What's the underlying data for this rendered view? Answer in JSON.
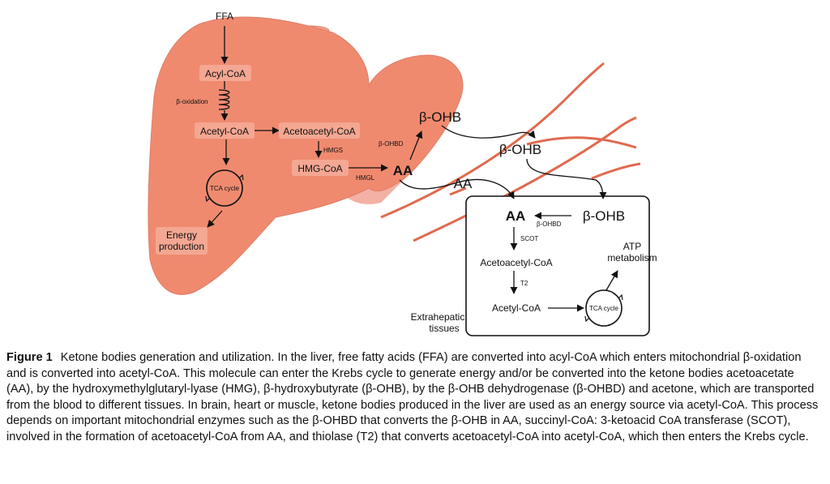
{
  "liver": {
    "ffa": "FFA",
    "acyl_coa": "Acyl-CoA",
    "beta_oxidation": "β-oxidation",
    "acetyl_coa": "Acetyl-CoA",
    "acetoacetyl_coa": "Acetoacetyl-CoA",
    "hmgs": "HMGS",
    "hmg_coa": "HMG-CoA",
    "hmgl": "HMGL",
    "tca_cycle": "TCA cycle",
    "energy_line1": "Energy",
    "energy_line2": "production",
    "aa": "AA",
    "beta_ohbd": "β-OHBD",
    "beta_ohb": "β-OHB"
  },
  "blood": {
    "beta_ohb": "β-OHB",
    "aa": "AA"
  },
  "tissue": {
    "aa": "AA",
    "beta_ohbd": "β-OHBD",
    "beta_ohb": "β-OHB",
    "scot": "SCOT",
    "acetoacetyl_coa": "Acetoacetyl-CoA",
    "t2": "T2",
    "acetyl_coa": "Acetyl-CoA",
    "tca_cycle": "TCA cycle",
    "atp_line1": "ATP",
    "atp_line2": "metabolism",
    "extra_line1": "Extrahepatic",
    "extra_line2": "tissues"
  },
  "caption": {
    "label": "Figure 1",
    "text": "Ketone bodies generation and utilization. In the liver, free fatty acids (FFA) are converted into acyl-CoA which enters mitochondrial β-oxidation and is converted into acetyl-CoA. This molecule can enter the Krebs cycle to generate energy and/or be converted into the ketone bodies acetoacetate (AA), by the hydroxymethylglutaryl-lyase (HMG), β-hydroxybutyrate (β-OHB), by the β-OHB dehydrogenase (β-OHBD) and acetone, which are transported from the blood to different tissues. In brain, heart or muscle, ketone bodies produced in the liver are used as an energy source via acetyl-CoA. This process depends on important mitochondrial enzymes such as the β-OHBD that converts the β-OHB in AA, succinyl-CoA: 3-ketoacid CoA transferase (SCOT), involved in the formation of acetoacetyl-CoA from AA, and thiolase (T2) that converts acetoacetyl-CoA into acetyl-CoA, which then enters the Krebs cycle."
  },
  "colors": {
    "liver_fill": "#ef8a6f",
    "liver_light": "#f2b1a4",
    "vessel": "#e06a4f",
    "label_box": "#f4a792"
  }
}
